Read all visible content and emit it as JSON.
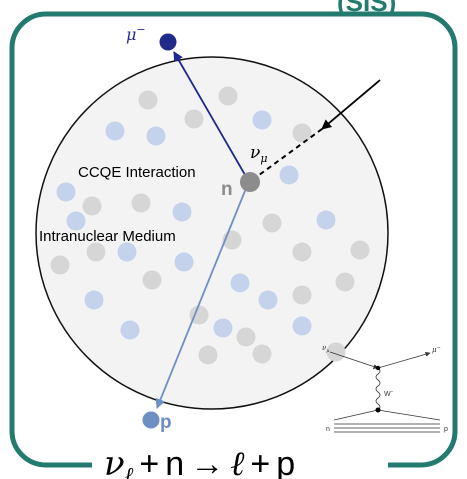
{
  "header": {
    "partial_title": "(SIS)"
  },
  "labels": {
    "muon": "μ",
    "muon_charge": "−",
    "neutrino_symbol": "ν",
    "neutrino_flavor": "μ",
    "interaction": "CCQE Interaction",
    "neutron": "n",
    "medium": "Intranuclear Medium",
    "proton": "p"
  },
  "feynman": {
    "nu": "ν",
    "nu_sub": "μ",
    "mu": "μ",
    "mu_sup": "−",
    "w": "W",
    "w_sup": "−",
    "n": "n",
    "p": "p"
  },
  "equation": {
    "nu": "ν",
    "nu_sub": "ℓ",
    "plus1": "+",
    "n": "n",
    "arrow": "→",
    "lepton": "ℓ",
    "plus2": "+",
    "p": "p"
  },
  "colors": {
    "frame": "#237a6e",
    "nucleus_fill": "#f3f3f3",
    "muon_track": "#1f2a8a",
    "proton_track": "#6e8fc4",
    "neutron": "#8c8c8c",
    "nucleon_gray": "#d6d6d6",
    "nucleon_blue": "#c4d2ec"
  }
}
